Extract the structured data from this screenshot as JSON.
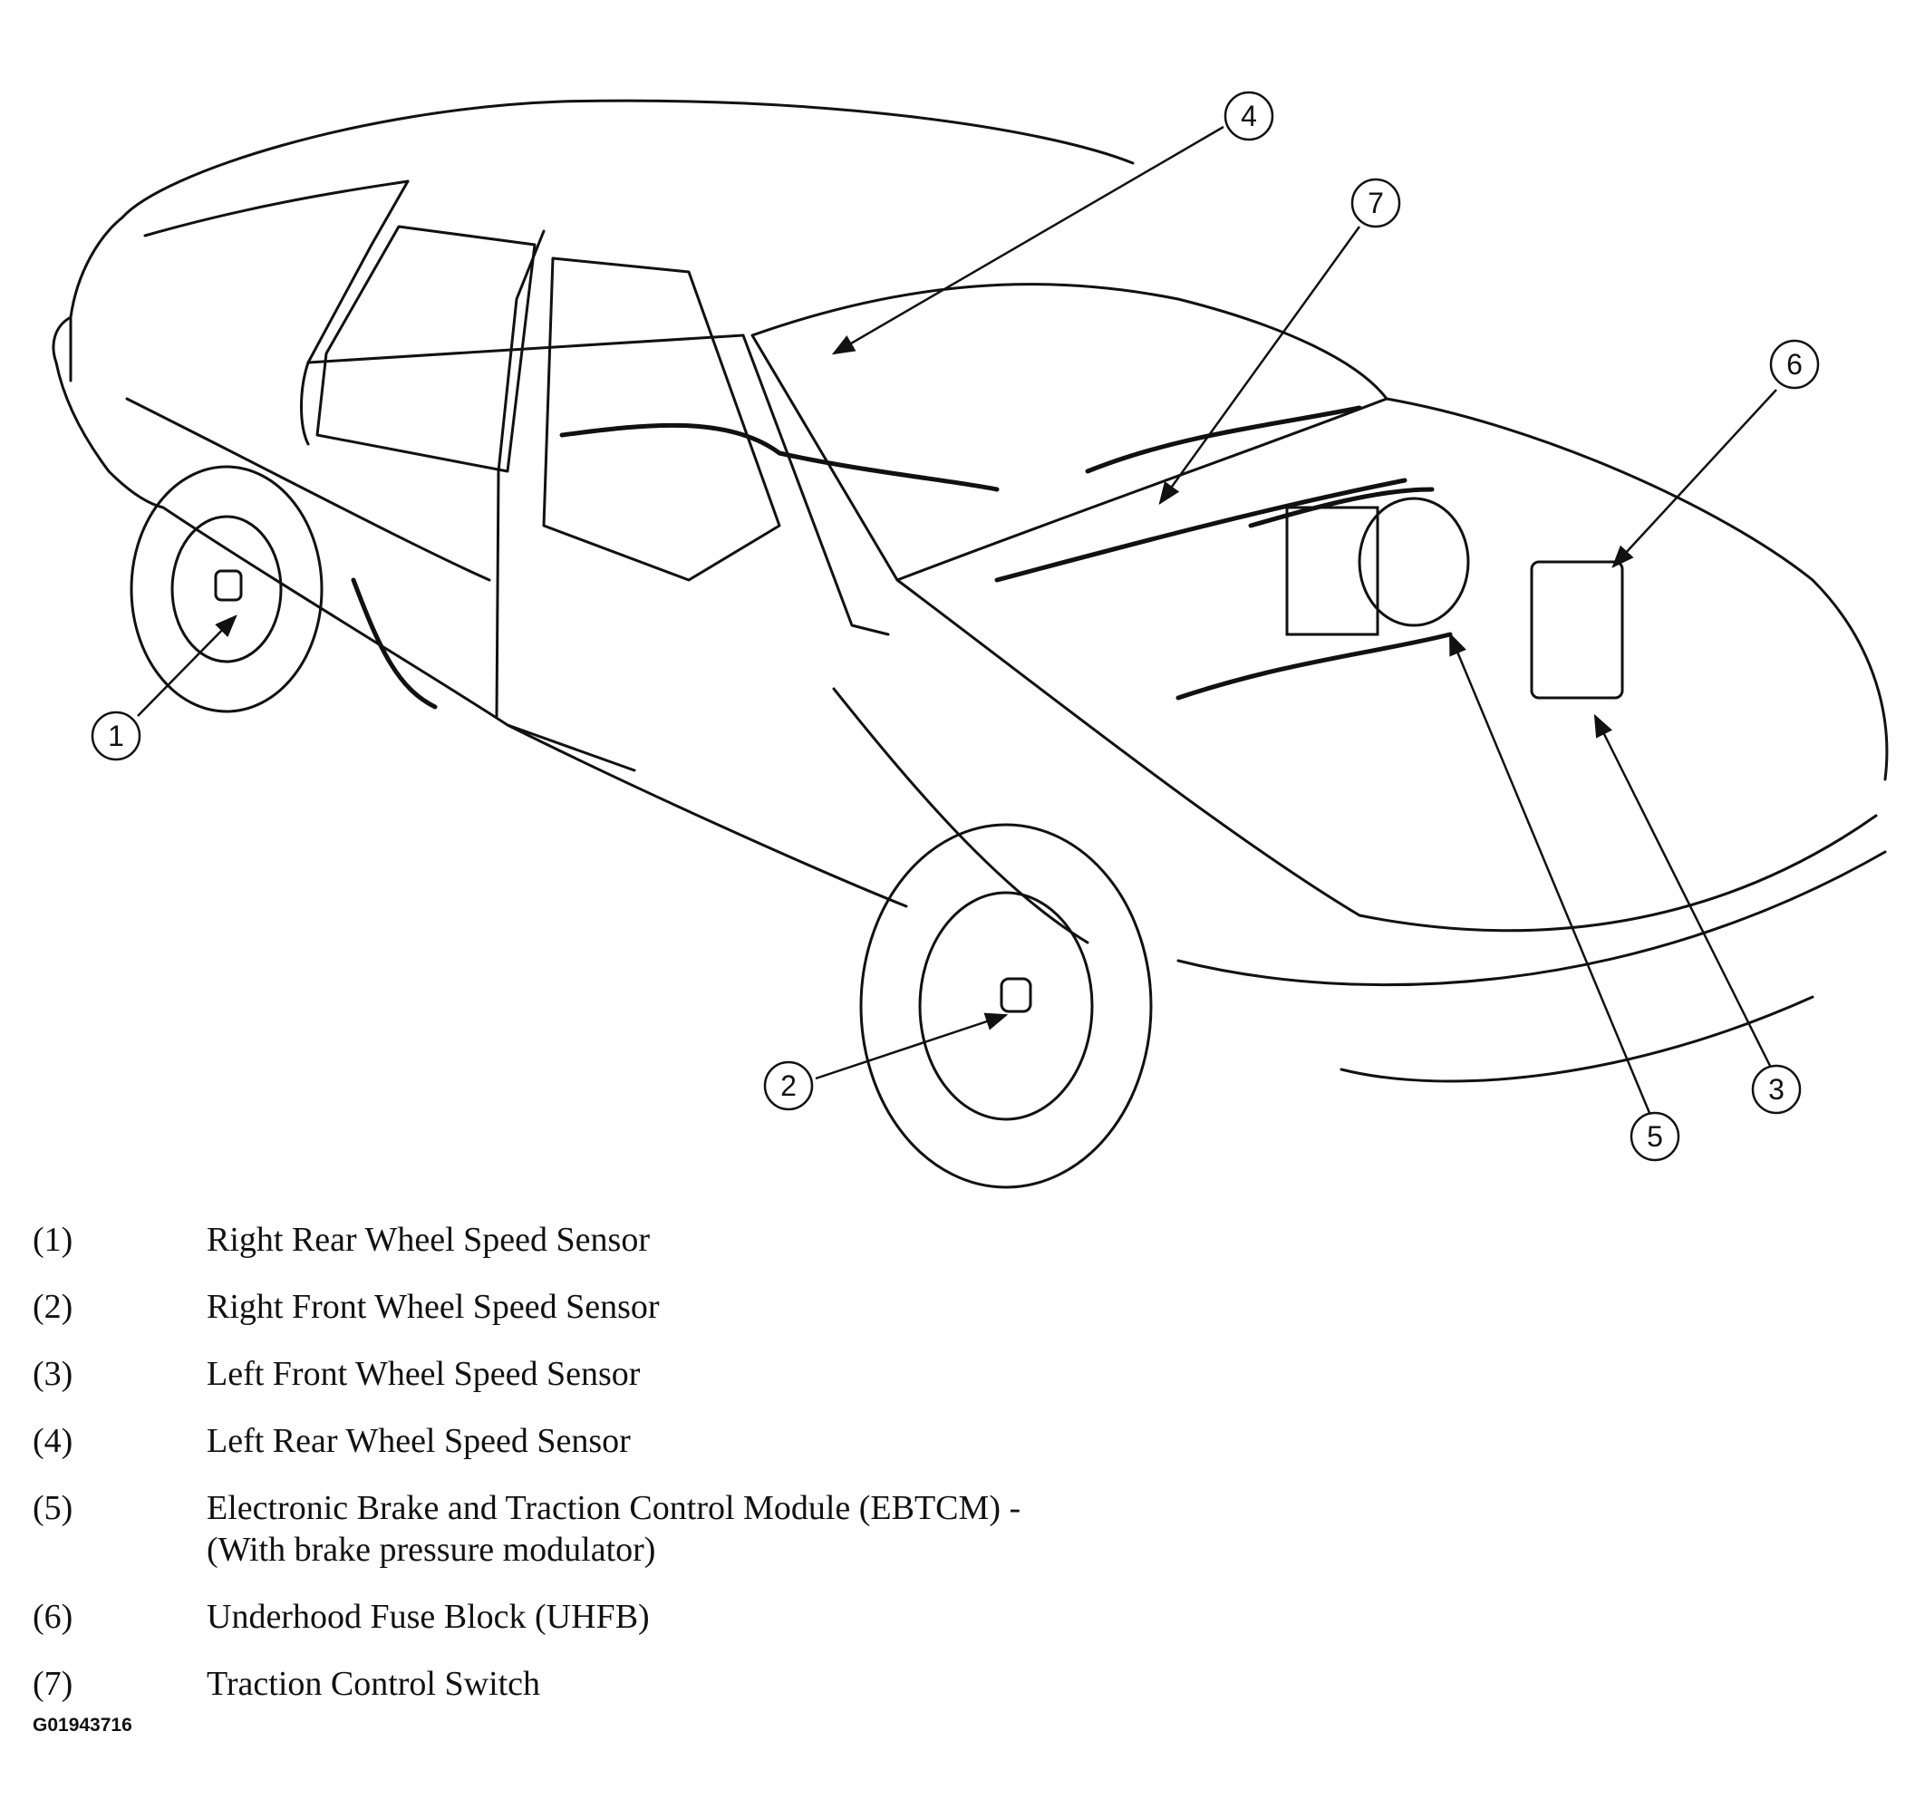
{
  "callouts": [
    {
      "number": "1",
      "part": "Right Rear Wheel Speed Sensor"
    },
    {
      "number": "2",
      "part": "Right Front Wheel Speed Sensor"
    },
    {
      "number": "3",
      "part": "Left Front Wheel Speed Sensor"
    },
    {
      "number": "4",
      "part": "Left Rear Wheel Speed Sensor"
    },
    {
      "number": "5",
      "part": "Electronic Brake and Traction Control Module (EBTCM) -"
    },
    {
      "number": "6",
      "part": "Underhood Fuse Block (UHFB)"
    },
    {
      "number": "7",
      "part": "Traction Control Switch"
    }
  ],
  "legend": [
    {
      "key": "(1)",
      "lines": [
        "Right Rear Wheel Speed Sensor"
      ]
    },
    {
      "key": "(2)",
      "lines": [
        "Right Front Wheel Speed Sensor"
      ]
    },
    {
      "key": "(3)",
      "lines": [
        "Left Front Wheel Speed Sensor"
      ]
    },
    {
      "key": "(4)",
      "lines": [
        "Left Rear Wheel Speed Sensor"
      ]
    },
    {
      "key": "(5)",
      "lines": [
        "Electronic Brake and Traction Control Module (EBTCM) -",
        "(With brake pressure modulator)"
      ]
    },
    {
      "key": "(6)",
      "lines": [
        "Underhood Fuse Block (UHFB)"
      ]
    },
    {
      "key": "(7)",
      "lines": [
        "Traction Control Switch"
      ]
    }
  ],
  "figure_id": "G01943716"
}
